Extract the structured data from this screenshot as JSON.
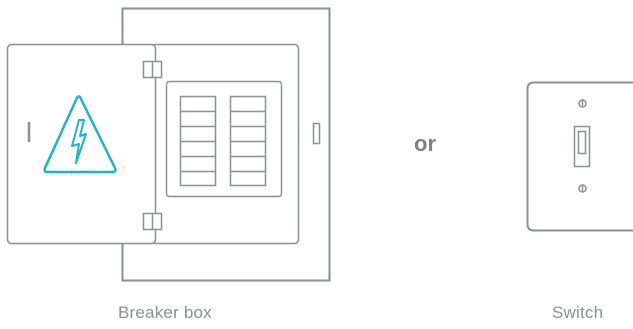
{
  "separator_text": "or",
  "captions": {
    "breaker_box": "Breaker box",
    "switch": "Switch"
  },
  "icons": {
    "breaker_box": "breaker-box-icon",
    "high_voltage": "high-voltage-warning-icon",
    "light_switch": "light-switch-icon"
  },
  "colors": {
    "outline": "#8a9097",
    "warning_accent": "#19b5c8",
    "text": "#7b828a"
  }
}
